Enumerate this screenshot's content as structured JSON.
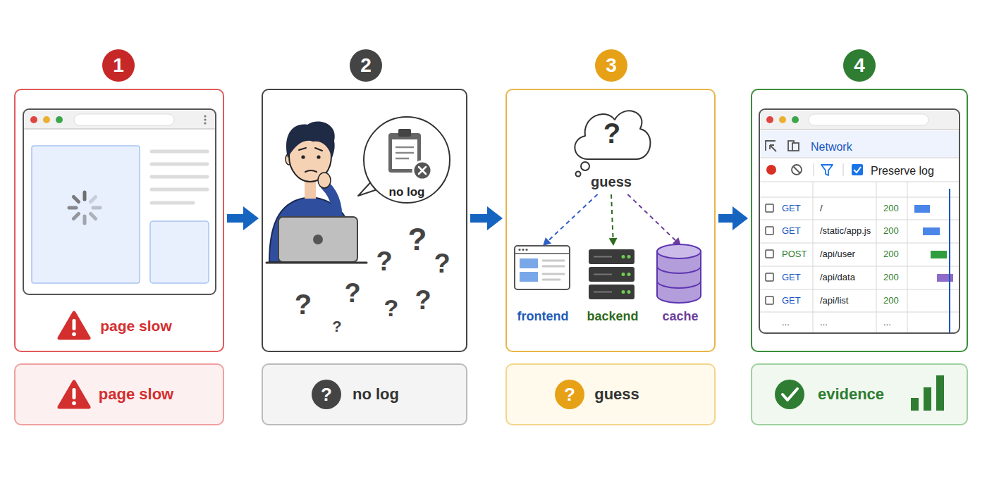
{
  "diagram": {
    "nodes": [
      {
        "text": [
          "1",
          "page slow"
        ]
      },
      {
        "text": [
          "2"
        ]
      },
      {
        "text": [
          "no log"
        ],
        "in": 1
      },
      {
        "text": [
          "3"
        ]
      },
      {
        "text": [
          "?",
          "guess"
        ],
        "in": 3
      },
      {
        "text": [
          "frontend"
        ],
        "in": 3
      },
      {
        "text": [
          "backend"
        ],
        "in": 3
      },
      {
        "text": [
          "cache"
        ],
        "in": 3
      },
      {
        "text": [
          "4"
        ]
      },
      {
        "text": [
          "Network",
          "Preserve log"
        ],
        "in": 8
      },
      {
        "text": [
          "page slow"
        ]
      },
      {
        "text": [
          "no log"
        ]
      },
      {
        "text": [
          "guess"
        ]
      },
      {
        "text": [
          "evidence"
        ]
      }
    ],
    "edges": [
      {
        "from": 0,
        "to": 1,
        "arrow": "to"
      },
      {
        "from": 1,
        "to": 3,
        "arrow": "to"
      },
      {
        "from": 3,
        "to": 8,
        "arrow": "to"
      },
      {
        "from": 4,
        "to": 5,
        "arrow": "to"
      },
      {
        "from": 4,
        "to": 6,
        "arrow": "to"
      },
      {
        "from": 4,
        "to": 7,
        "arrow": "to"
      }
    ],
    "labels": [
      "?",
      "?",
      "?",
      "?",
      "?",
      "?",
      "?",
      "?",
      "GET",
      "/",
      "200",
      "GET",
      "/static/app.js",
      "200",
      "POST",
      "/api/user",
      "200",
      "GET",
      "/api/data",
      "200",
      "GET",
      "/api/list",
      "200",
      "...",
      "...",
      "...",
      "?",
      "?"
    ]
  }
}
